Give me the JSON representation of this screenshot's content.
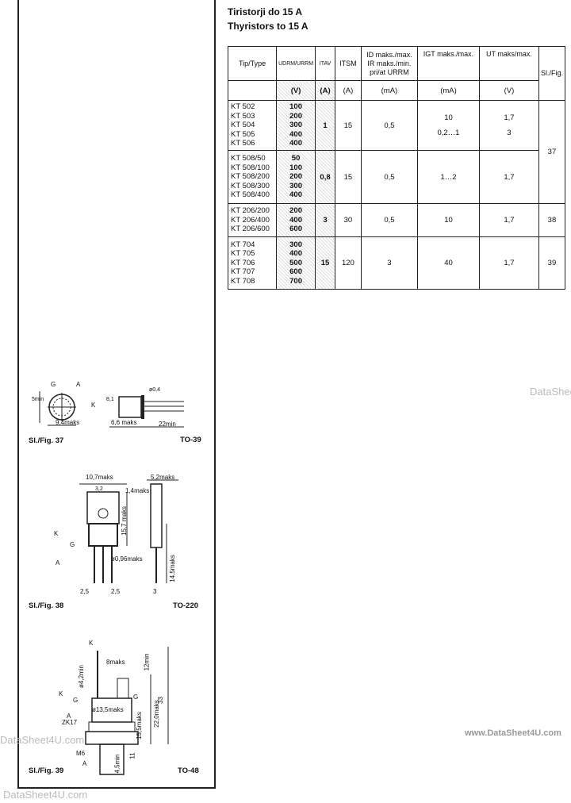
{
  "title_sl": "Tiristorji do 15 A",
  "title_en": "Thyristors to 15 A",
  "table": {
    "headers": {
      "type": "Tip/Type",
      "u": "UDRM/URRM",
      "itav": "ITAV",
      "itsm": "ITSM",
      "id": "ID maks./max. IR maks./min. pri/at URRM",
      "igt": "IGT maks./max.",
      "ut": "UT maks/max.",
      "fig": "Sl./Fig."
    },
    "units": {
      "u": "(V)",
      "itav": "(A)",
      "itsm": "(A)",
      "id": "(mA)",
      "igt": "(mA)",
      "ut": "(V)"
    },
    "groups": [
      {
        "types": [
          "KT 502",
          "KT 503",
          "KT 504",
          "KT 505",
          "KT 506"
        ],
        "voltages": [
          "100",
          "200",
          "300",
          "400",
          "400"
        ],
        "itav": "1",
        "itsm": "15",
        "id": "0,5",
        "igt": "10",
        "igt2": "0,2…1",
        "ut": "1,7",
        "ut2": "3",
        "fig": "37"
      },
      {
        "types": [
          "KT 508/50",
          "KT 508/100",
          "KT 508/200",
          "KT 508/300",
          "KT 508/400"
        ],
        "voltages": [
          "50",
          "100",
          "200",
          "300",
          "400"
        ],
        "itav": "0,8",
        "itsm": "15",
        "id": "0,5",
        "igt": "1…2",
        "ut": "1,7",
        "fig": ""
      },
      {
        "types": [
          "KT 206/200",
          "KT 206/400",
          "KT 206/600"
        ],
        "voltages": [
          "200",
          "400",
          "600"
        ],
        "itav": "3",
        "itsm": "30",
        "id": "0,5",
        "igt": "10",
        "ut": "1,7",
        "fig": "38"
      },
      {
        "types": [
          "KT 704",
          "KT 705",
          "KT 706",
          "KT 707",
          "KT 708"
        ],
        "voltages": [
          "300",
          "400",
          "500",
          "600",
          "700"
        ],
        "itav": "15",
        "itsm": "120",
        "id": "3",
        "igt": "40",
        "ut": "1,7",
        "fig": "39"
      }
    ]
  },
  "figures": {
    "fig37": {
      "caption": "Sl./Fig. 37",
      "package": "TO-39",
      "labels": {
        "g": "G",
        "a": "A",
        "k": "K",
        "d1": "9,4maks",
        "d2": "6,6 maks",
        "d3": "22min",
        "d4": "ø0,4",
        "d5": "5min",
        "d6": "8,1"
      }
    },
    "fig38": {
      "caption": "Sl./Fig. 38",
      "package": "TO-220",
      "labels": {
        "w": "10,7maks",
        "hole": "3,2",
        "side": "5,2maks",
        "tab": "1,4maks",
        "h": "15,7 maks",
        "lead": "ø0,96maks",
        "leadlen": "14,5maks",
        "p1": "2,5",
        "p2": "2,5",
        "t": "3",
        "k": "K",
        "g": "G",
        "a": "A"
      }
    },
    "fig39": {
      "caption": "Sl./Fig. 39",
      "package": "TO-48",
      "labels": {
        "k": "K",
        "g": "G",
        "a": "A",
        "hex": "ZK17",
        "thread": "M6",
        "d1": "8maks",
        "d2": "12min",
        "d3": "ø4,2min",
        "d4": "ø13,5maks",
        "d5": "15,5maks",
        "d6": "22,0maks",
        "d7": "33",
        "d8": "4,5min",
        "d9": "11"
      }
    }
  },
  "watermarks": [
    "DataSheet4U.com",
    "www.DataSheet4U.com",
    "DataSheet4U.com",
    "DataShee"
  ]
}
